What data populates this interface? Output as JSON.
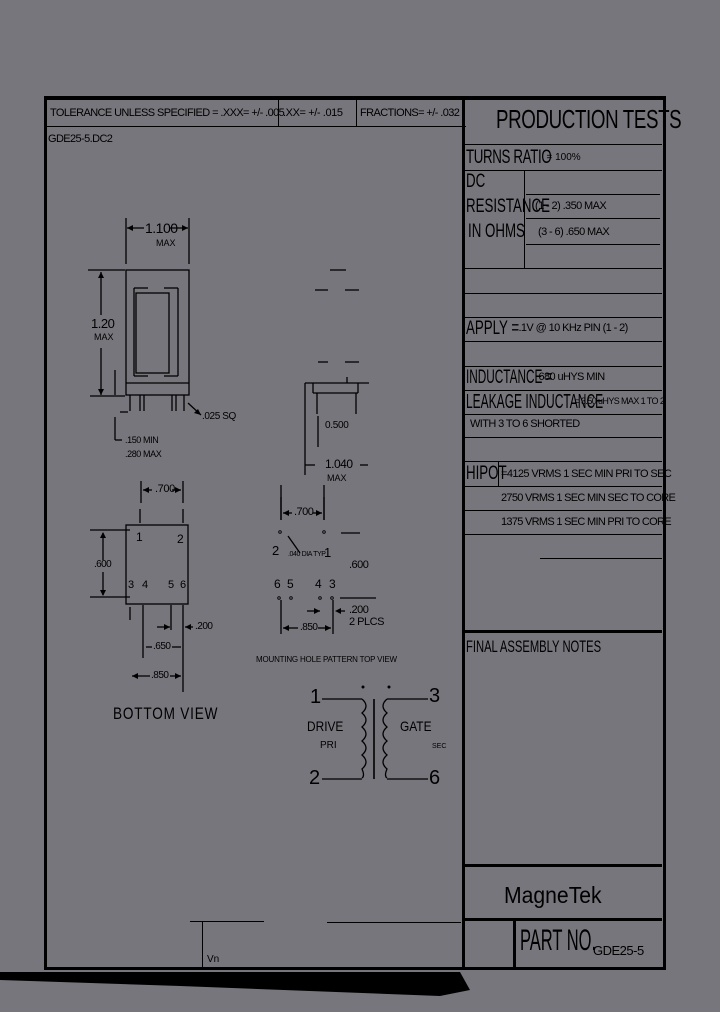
{
  "document": {
    "drawing_id": "GDE25-5.DC2",
    "tolerance": {
      "label": "TOLERANCE UNLESS SPECIFIED =",
      "xxx": ".XXX= +/- .005",
      "xx": ".XX= +/- .015",
      "fractions": "FRACTIONS= +/- .032"
    }
  },
  "production_tests": {
    "title": "PRODUCTION TESTS",
    "turns_ratio_label": "TURNS RATIO",
    "turns_ratio_value": "= 100%",
    "dc_resistance": {
      "label_lines": [
        "DC",
        "RESISTANCE",
        "IN OHMS"
      ],
      "rows": [
        "(1 - 2) .350 MAX",
        "(3 - 6) .650 MAX"
      ]
    },
    "apply_label": "APPLY =",
    "apply_value": ".1V @ 10 KHz PIN (1 - 2)",
    "inductance_label": "INDUCTANCE =",
    "inductance_value": "680 uHYS MIN",
    "leakage_label": "LEAKAGE INDUCTANCE",
    "leakage_value": "= 3.50 uHYS MAX 1 TO 2",
    "leakage_note": "WITH 3 TO 6 SHORTED",
    "hipot_label": "HIPOT",
    "hipot_rows": [
      "=4125 VRMS 1 SEC MIN PRI TO SEC",
      "2750 VRMS 1 SEC MIN SEC TO CORE",
      "1375 VRMS 1 SEC MIN PRI TO CORE"
    ],
    "final_assembly_notes": "FINAL ASSEMBLY NOTES"
  },
  "title_block": {
    "company": "MagneTek",
    "part_no_label": "PART NO.",
    "part_no_value": "GDE25-5"
  },
  "side_view": {
    "width_dim": "1.100",
    "width_note": "MAX",
    "height_dim": "1.20",
    "height_note": "MAX",
    "pin_size": ".025 SQ",
    "pin_len_min": ".150 MIN",
    "pin_len_max": ".280 MAX"
  },
  "bottom_view": {
    "title": "BOTTOM VIEW",
    "dim_top": ".700",
    "dim_height": ".600",
    "dim_pin_spacing": ".200",
    "dim_inner": ".650",
    "dim_outer": ".850",
    "pins": [
      "1",
      "2",
      "3",
      "4",
      "5",
      "6"
    ]
  },
  "end_view": {
    "dim_pin": "0.500",
    "dim_width": "1.040",
    "dim_width_note": "MAX"
  },
  "mounting_pattern": {
    "title": "MOUNTING HOLE PATTERN TOP VIEW",
    "dim_top": ".700",
    "hole_note": ".040 DIA TYP",
    "dim_height": ".600",
    "dim_spacing": ".200",
    "dim_spacing_note": "2 PLCS",
    "dim_bottom": ".850",
    "pins_top": [
      "2",
      "1"
    ],
    "pins_bottom": [
      "6",
      "5",
      "4",
      "3"
    ]
  },
  "schematic": {
    "pin_1": "1",
    "pin_2": "2",
    "pin_3": "3",
    "pin_6": "6",
    "primary_name": "DRIVE",
    "primary_tag": "PRI",
    "secondary_name": "GATE",
    "secondary_tag": "SEC"
  },
  "revision_mark": "Vn"
}
